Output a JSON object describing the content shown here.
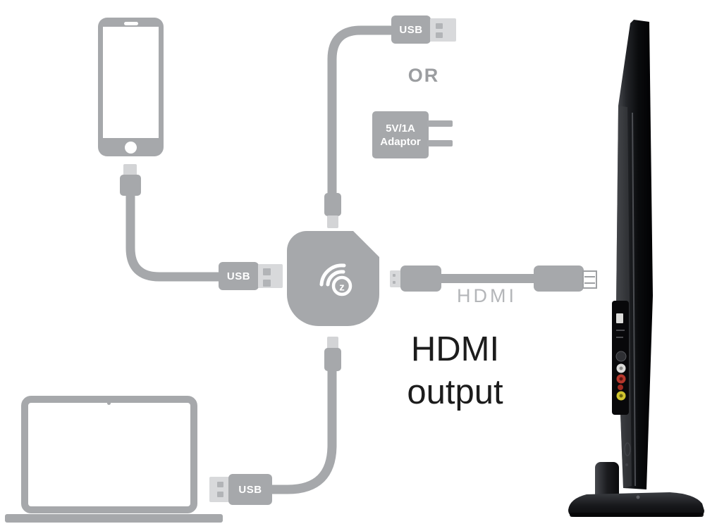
{
  "labels": {
    "usb_top": "USB",
    "usb_left": "USB",
    "usb_bottom": "USB",
    "or": "OR",
    "adaptor_line1": "5V/1A",
    "adaptor_line2": "Adaptor",
    "hdmi_cable": "HDMI",
    "output_line1": "HDMI",
    "output_line2": "output",
    "logo_glyph": "z"
  },
  "colors": {
    "diagram_gray": "#a6a8ab",
    "metal_gray": "#d8d9db",
    "contact_gray": "#b2b4b7",
    "or_text": "#9b9da0",
    "hdmi_label_gray": "#b4b6b9",
    "output_text_black": "#1c1c1c",
    "tv_black": "#0b0b0d",
    "rca_white": "#dcdcda",
    "rca_red": "#b5372c",
    "rca_yellow": "#cfc42e",
    "logo_white": "#ffffff"
  },
  "icons": {
    "smartphone-icon": "css-rounded-rect",
    "laptop-icon": "css-bordered-rect",
    "usb-plug-icon": "css-rect-with-contacts",
    "micro-usb-plug-icon": "css-small-rect",
    "power-adaptor-icon": "css-rect-with-prongs",
    "wireless-display-dongle-icon": "svg-squircle",
    "ezcast-logo-icon": "svg-arcs-circle",
    "hdmi-cable-icon": "css-rects-and-line",
    "tv-side-icon": "svg-photo-shapes"
  }
}
